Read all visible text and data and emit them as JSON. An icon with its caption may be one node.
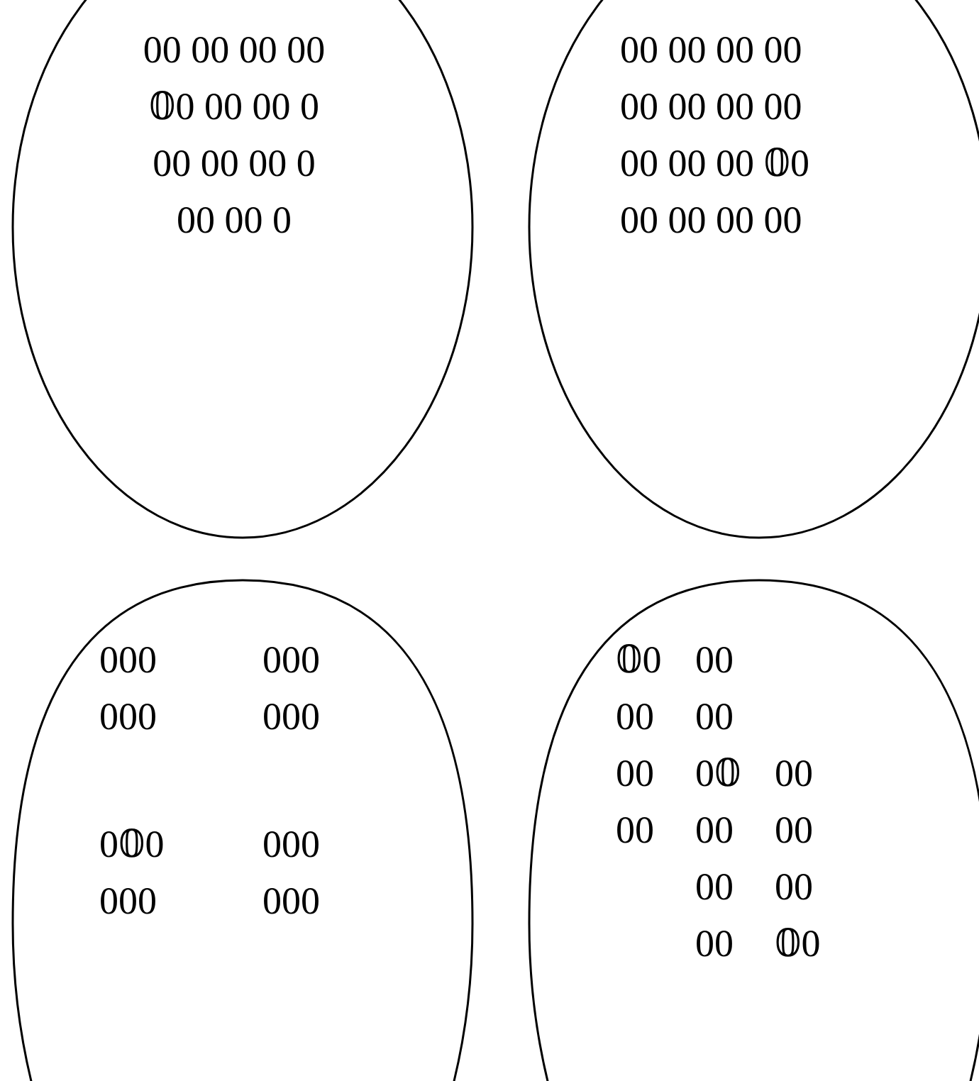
{
  "diagram": {
    "nodes": [
      {
        "text": [
          "00 00 00 00",
          "𝟘0 00 00 0",
          "00 00 00 0",
          "00 00 0"
        ]
      },
      {
        "text": [
          "00 00 00 00",
          "00 00 00 00",
          "00 00 00 𝟘0",
          "00 00 00 00"
        ]
      },
      {
        "text": [
          "000 000",
          "000 000",
          "0𝟘0 000",
          "000 000"
        ]
      },
      {
        "text": [
          "𝟘0 00",
          "00 00",
          "00 0𝟘 00",
          "00 00 00",
          "00 00",
          "00 𝟘0"
        ]
      }
    ]
  }
}
